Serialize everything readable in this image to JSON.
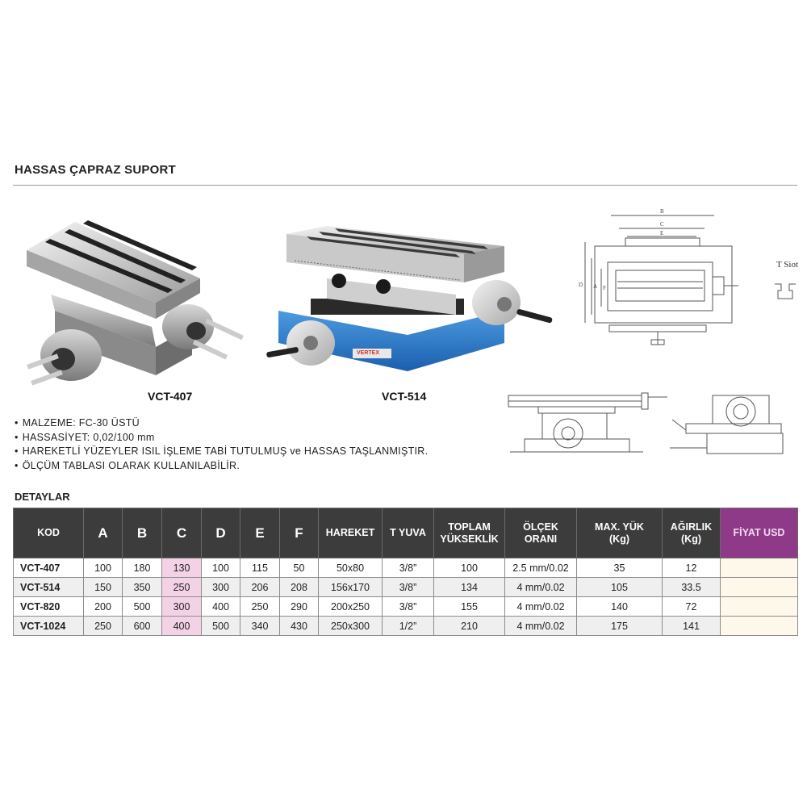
{
  "page": {
    "title": "HASSAS ÇAPRAZ SUPORT",
    "section_label": "DETAYLAR"
  },
  "products": {
    "photo1_label": "VCT-407",
    "photo2_label": "VCT-514",
    "brand_plate": "VERTEX"
  },
  "drawings": {
    "dim_b": "B",
    "dim_c": "C",
    "dim_e": "E",
    "dim_d": "D",
    "dim_a": "A",
    "dim_f": "F",
    "tslot_label": "T Siot"
  },
  "features": [
    "MALZEME: FC-30 ÜSTÜ",
    "HASSASİYET: 0,02/100 mm",
    "HAREKETLİ YÜZEYLER ISIL İŞLEME TABİ TUTULMUŞ ve HASSAS TAŞLANMIŞTIR.",
    "ÖLÇÜM TABLASI OLARAK KULLANILABİLİR."
  ],
  "table": {
    "headers": {
      "kod": "KOD",
      "a": "A",
      "b": "B",
      "c": "C",
      "d": "D",
      "e": "E",
      "f": "F",
      "hareket": "HAREKET",
      "tyuva": "T YUVA",
      "toplam_1": "TOPLAM",
      "toplam_2": "YÜKSEKLİK",
      "olcek_1": "ÖLÇEK",
      "olcek_2": "ORANI",
      "maxyuk_1": "MAX. YÜK",
      "maxyuk_2": "(Kg)",
      "agirlik_1": "AĞIRLIK",
      "agirlik_2": "(Kg)",
      "fiyat": "FİYAT USD"
    },
    "rows": [
      {
        "kod": "VCT-407",
        "a": "100",
        "b": "180",
        "c": "130",
        "d": "100",
        "e": "115",
        "f": "50",
        "hareket": "50x80",
        "tyuva": "3/8”",
        "toplam": "100",
        "olcek": "2.5 mm/0.02",
        "maxyuk": "35",
        "agirlik": "12",
        "fiyat": ""
      },
      {
        "kod": "VCT-514",
        "a": "150",
        "b": "350",
        "c": "250",
        "d": "300",
        "e": "206",
        "f": "208",
        "hareket": "156x170",
        "tyuva": "3/8”",
        "toplam": "134",
        "olcek": "4 mm/0.02",
        "maxyuk": "105",
        "agirlik": "33.5",
        "fiyat": ""
      },
      {
        "kod": "VCT-820",
        "a": "200",
        "b": "500",
        "c": "300",
        "d": "400",
        "e": "250",
        "f": "290",
        "hareket": "200x250",
        "tyuva": "3/8”",
        "toplam": "155",
        "olcek": "4 mm/0.02",
        "maxyuk": "140",
        "agirlik": "72",
        "fiyat": ""
      },
      {
        "kod": "VCT-1024",
        "a": "250",
        "b": "600",
        "c": "400",
        "d": "500",
        "e": "340",
        "f": "430",
        "hareket": "250x300",
        "tyuva": "1/2”",
        "toplam": "210",
        "olcek": "4 mm/0.02",
        "maxyuk": "175",
        "agirlik": "141",
        "fiyat": ""
      }
    ]
  }
}
